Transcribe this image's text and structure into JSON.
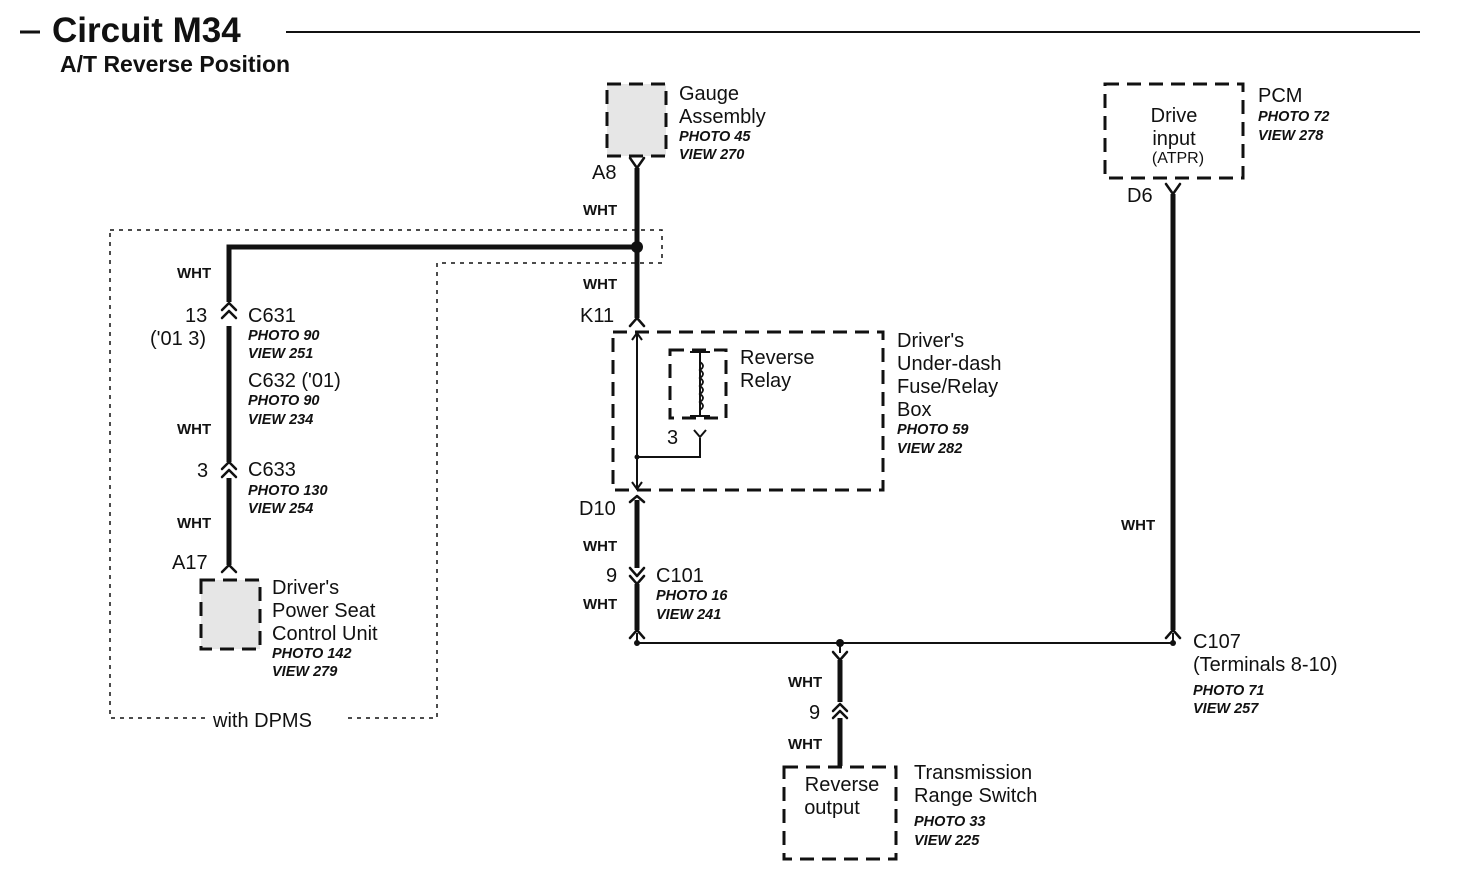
{
  "title": "Circuit M34",
  "subtitle": "A/T Reverse Position",
  "wire_color": "WHT",
  "components": {
    "gauge": {
      "name1": "Gauge",
      "name2": "Assembly",
      "photo": "PHOTO 45",
      "view": "VIEW 270",
      "pin": "A8"
    },
    "pcm": {
      "name": "PCM",
      "photo": "PHOTO 72",
      "view": "VIEW 278",
      "pin": "D6",
      "inner1": "Drive",
      "inner2": "input",
      "inner3": "(ATPR)"
    },
    "fuse_box": {
      "name1": "Driver's",
      "name2": "Under-dash",
      "name3": "Fuse/Relay",
      "name4": "Box",
      "photo": "PHOTO 59",
      "view": "VIEW 282",
      "pin_top": "K11",
      "pin_bottom": "D10",
      "relay1": "Reverse",
      "relay2": "Relay",
      "relay_pin": "3"
    },
    "seat_unit": {
      "name1": "Driver's",
      "name2": "Power Seat",
      "name3": "Control Unit",
      "photo": "PHOTO 142",
      "view": "VIEW 279",
      "pin": "A17"
    },
    "trs": {
      "name1": "Transmission",
      "name2": "Range Switch",
      "photo": "PHOTO 33",
      "view": "VIEW 225",
      "inner1": "Reverse",
      "inner2": "output",
      "pin": "9"
    }
  },
  "connectors": {
    "c631": {
      "name": "C631",
      "pin": "13",
      "alt_pin": "('01 3)",
      "photo": "PHOTO 90",
      "view": "VIEW 251"
    },
    "c632": {
      "name": "C632 ('01)",
      "photo": "PHOTO 90",
      "view": "VIEW 234"
    },
    "c633": {
      "name": "C633",
      "pin": "3",
      "photo": "PHOTO 130",
      "view": "VIEW 254"
    },
    "c101": {
      "name": "C101",
      "pin": "9",
      "photo": "PHOTO 16",
      "view": "VIEW 241"
    },
    "c107": {
      "name": "C107",
      "terminals": "(Terminals 8-10)",
      "photo": "PHOTO 71",
      "view": "VIEW 257"
    }
  },
  "option_box_label": "with DPMS"
}
